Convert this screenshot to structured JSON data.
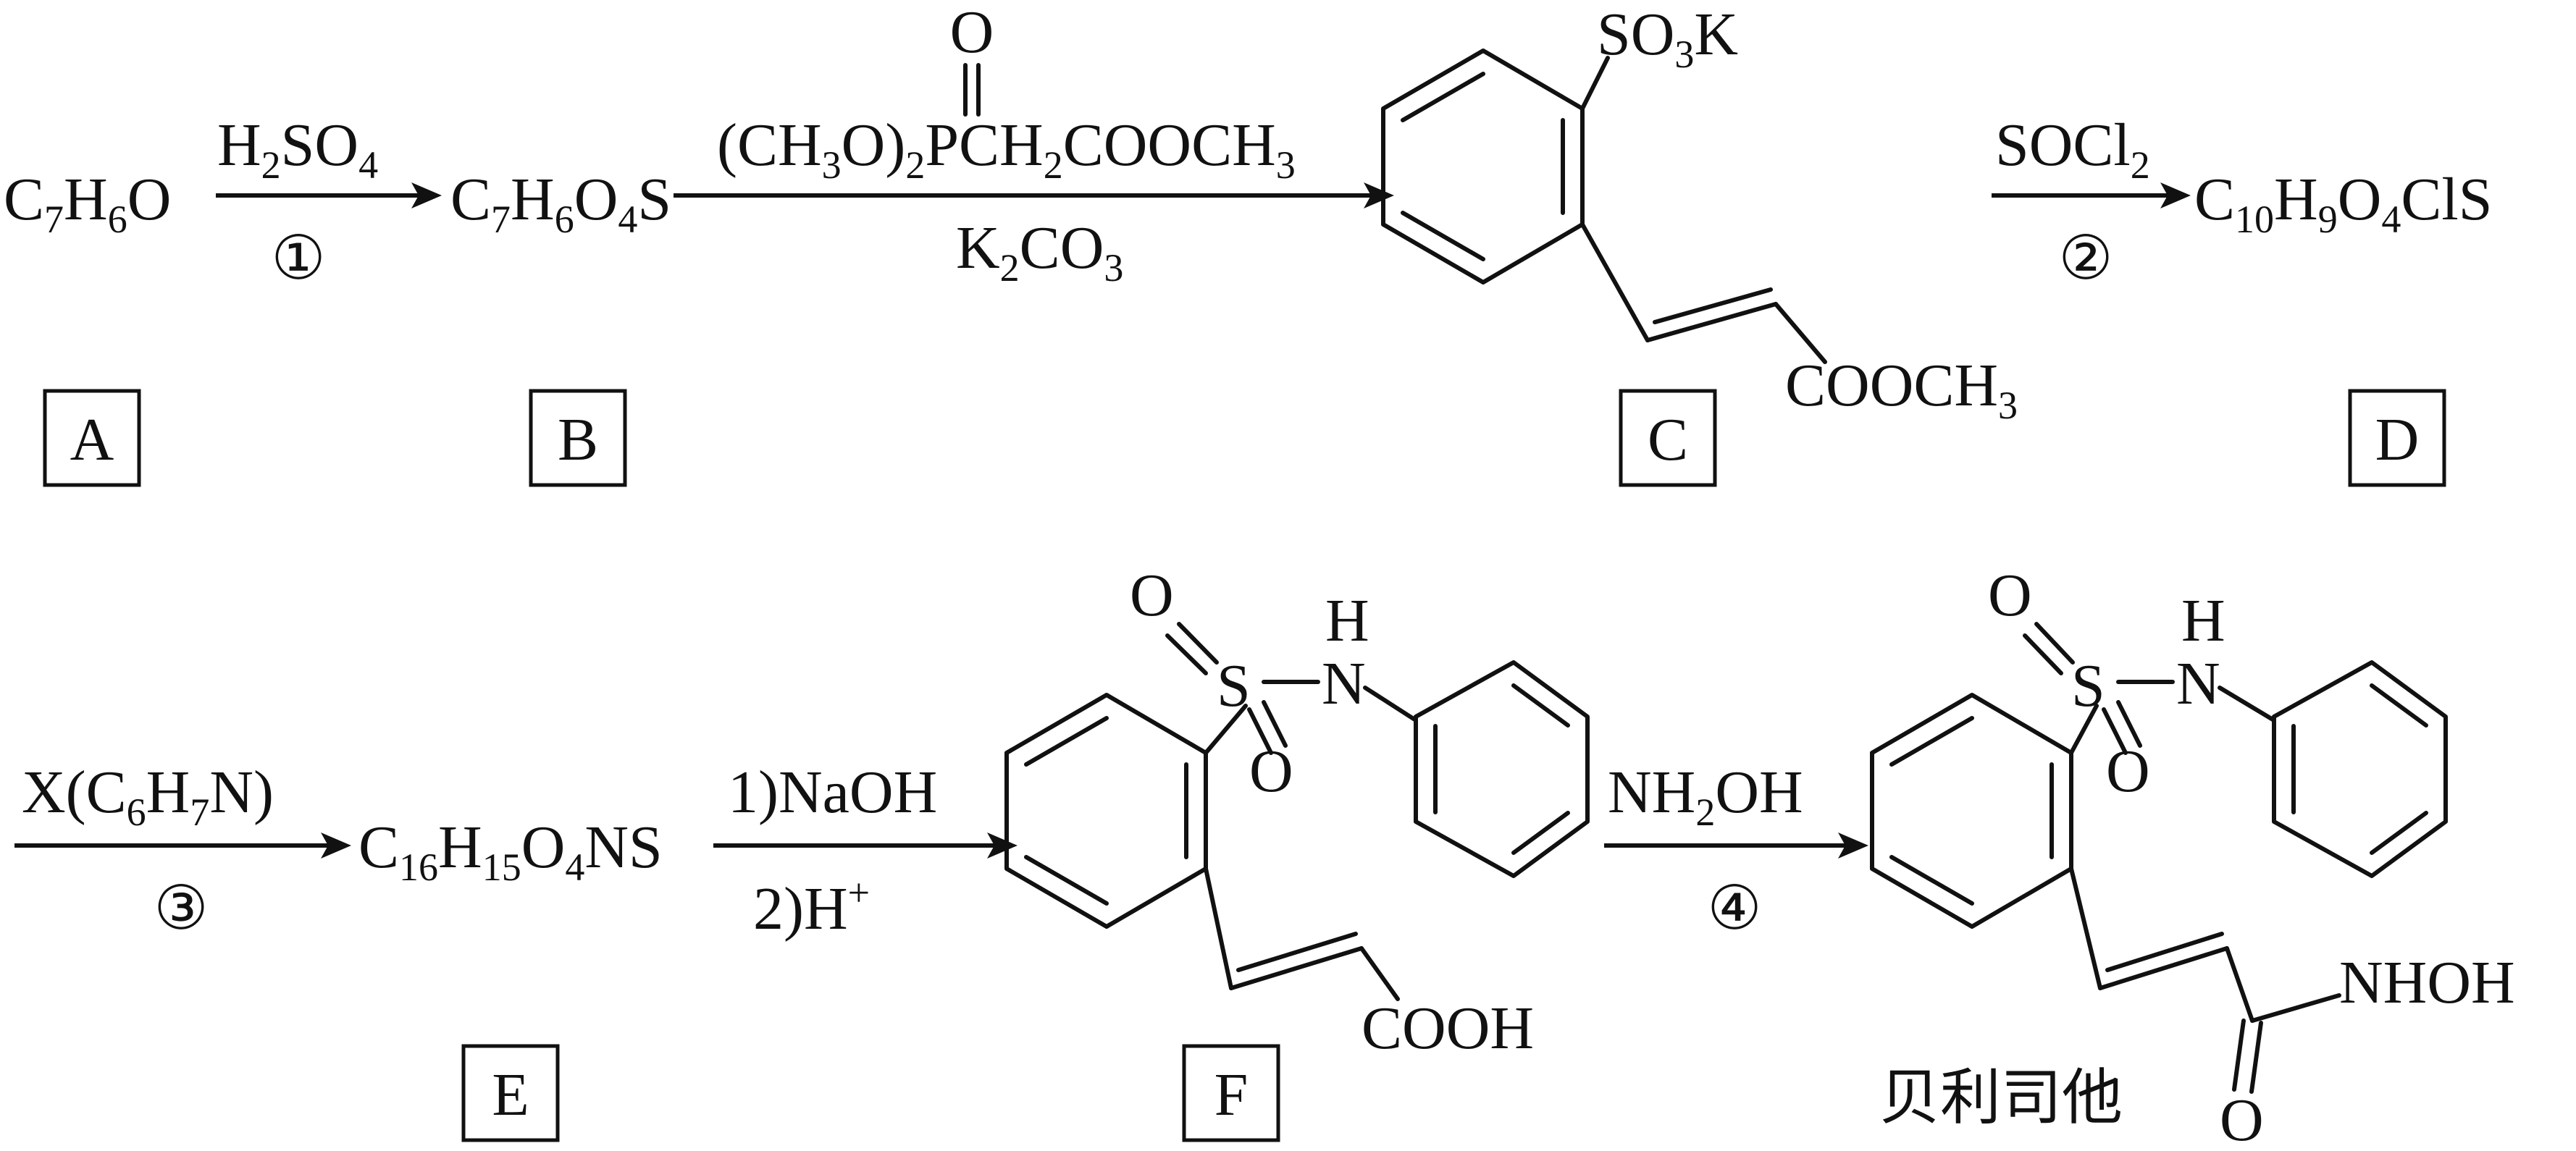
{
  "labels": {
    "A": "A",
    "B": "B",
    "C": "C",
    "D": "D",
    "E": "E",
    "F": "F",
    "product_name": "贝利司他"
  },
  "formulas": {
    "A": {
      "p1": "C",
      "s1": "7",
      "p2": "H",
      "s2": "6",
      "p3": "O"
    },
    "B": {
      "p1": "C",
      "s1": "7",
      "p2": "H",
      "s2": "6",
      "p3": "O",
      "s3": "4",
      "p4": "S"
    },
    "D": {
      "p1": "C",
      "s1": "10",
      "p2": "H",
      "s2": "9",
      "p3": "O",
      "s3": "4",
      "p4": "ClS"
    },
    "E": {
      "p1": "C",
      "s1": "16",
      "p2": "H",
      "s2": "15",
      "p3": "O",
      "s3": "4",
      "p4": "NS"
    }
  },
  "reagents": {
    "step1_top": {
      "p1": "H",
      "s1": "2",
      "p2": "SO",
      "s2": "4"
    },
    "step1_num": "①",
    "step_ab_top": {
      "p1": "(CH",
      "s1": "3",
      "p2": "O)",
      "s2": "2",
      "p3": "PCH",
      "s3": "2",
      "p4": "COOCH",
      "s4": "3"
    },
    "step_ab_top_o": "O",
    "step_ab_bottom": {
      "p1": "K",
      "s1": "2",
      "p2": "CO",
      "s2": "3"
    },
    "step2_top": {
      "p1": "SOCl",
      "s1": "2"
    },
    "step2_num": "②",
    "step3_top": {
      "p1": "X(C",
      "s1": "6",
      "p2": "H",
      "s2": "7",
      "p3": "N)"
    },
    "step3_num": "③",
    "step_ef_top": "1)NaOH",
    "step_ef_bottom": {
      "p1": "2)H",
      "sup": "+"
    },
    "step4_top": {
      "p1": "NH",
      "s1": "2",
      "p2": "OH"
    },
    "step4_num": "④"
  },
  "structure_C": {
    "so3k": {
      "p1": "SO",
      "s1": "3",
      "p2": "K"
    },
    "ester": {
      "p1": "COOCH",
      "s1": "3"
    }
  },
  "structure_F": {
    "O1": "O",
    "S": "S",
    "O2": "O",
    "H": "H",
    "N": "N",
    "acid": "COOH"
  },
  "structure_product": {
    "O1": "O",
    "S": "S",
    "O2": "O",
    "H": "H",
    "N": "N",
    "nhoh": "NHOH",
    "carbonyl_o": "O"
  }
}
